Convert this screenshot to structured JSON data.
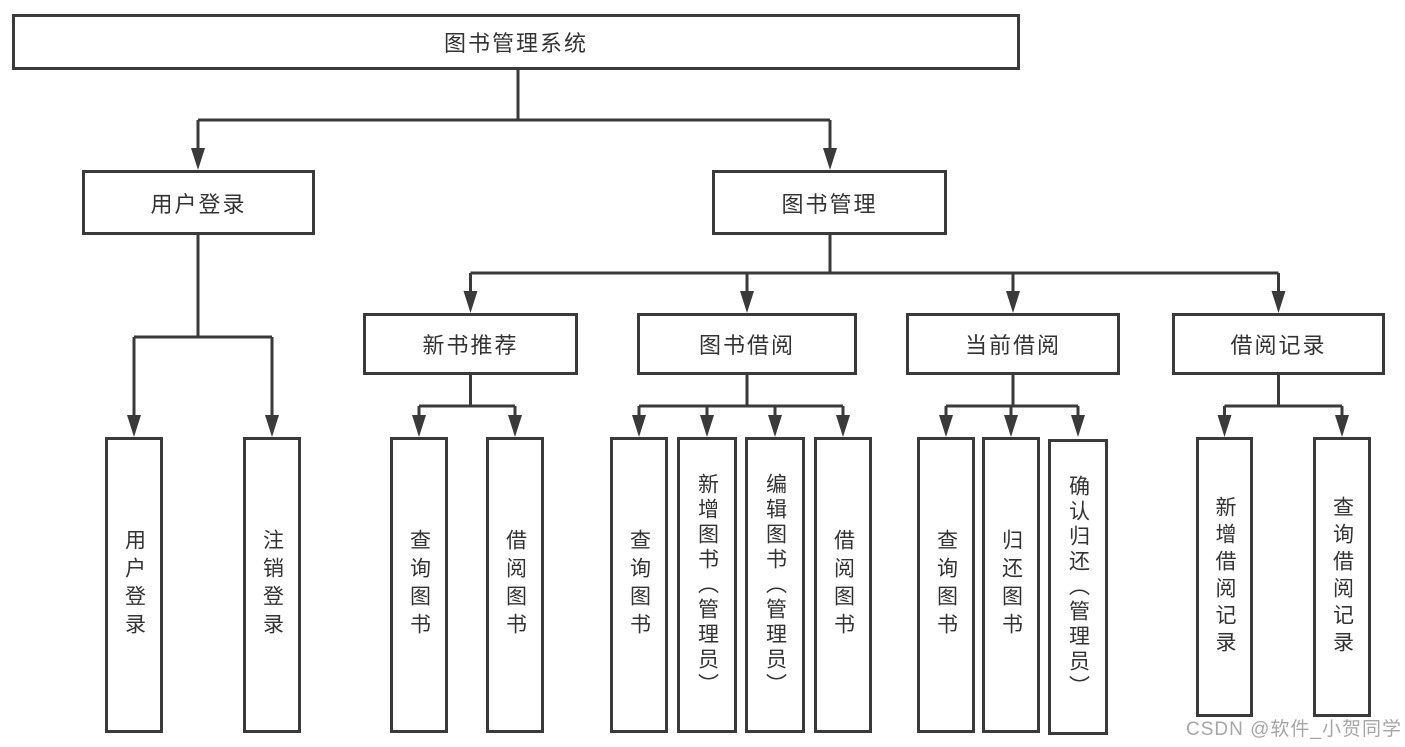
{
  "diagram": {
    "root": {
      "label": "图书管理系统"
    },
    "branches": [
      {
        "label": "用户登录",
        "children": [
          {
            "label": "用户登录"
          },
          {
            "label": "注销登录"
          }
        ]
      },
      {
        "label": "图书管理",
        "children": [
          {
            "label": "新书推荐",
            "children": [
              {
                "label": "查询图书"
              },
              {
                "label": "借阅图书"
              }
            ]
          },
          {
            "label": "图书借阅",
            "children": [
              {
                "label": "查询图书"
              },
              {
                "label": "新增图书（管理员）"
              },
              {
                "label": "编辑图书（管理员）"
              },
              {
                "label": "借阅图书"
              }
            ]
          },
          {
            "label": "当前借阅",
            "children": [
              {
                "label": "查询图书"
              },
              {
                "label": "归还图书"
              },
              {
                "label": "确认归还（管理员）"
              }
            ]
          },
          {
            "label": "借阅记录",
            "children": [
              {
                "label": "新增借阅记录"
              },
              {
                "label": "查询借阅记录"
              }
            ]
          }
        ]
      }
    ]
  },
  "watermark": {
    "text": "CSDN @软件_小贺同学"
  },
  "colors": {
    "line": "#3a3a3a",
    "text": "#333333",
    "box_bg": "#ffffff",
    "background": "#ffffff",
    "watermark": "#a6a6a6"
  }
}
